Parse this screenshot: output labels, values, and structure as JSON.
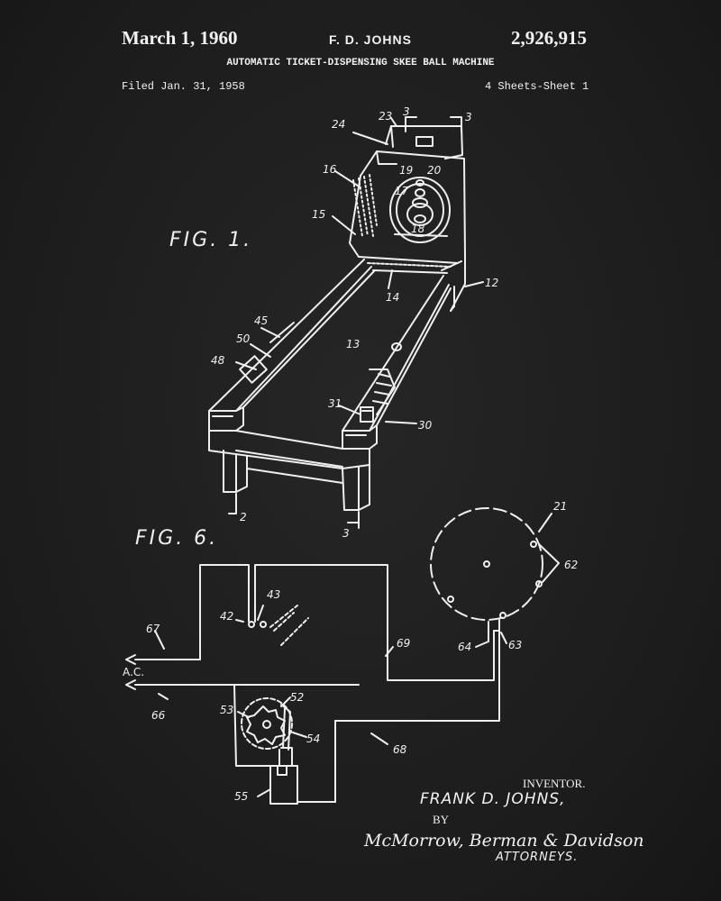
{
  "header": {
    "date": "March 1, 1960",
    "inventor": "F. D. JOHNS",
    "patent_number": "2,926,915",
    "title": "AUTOMATIC TICKET-DISPENSING SKEE BALL MACHINE",
    "filed": "Filed Jan. 31, 1958",
    "sheets": "4 Sheets-Sheet 1"
  },
  "figures": {
    "fig1": "FIG. 1.",
    "fig6": "FIG. 6."
  },
  "reference_numerals": {
    "n24": "24",
    "n23": "23",
    "n3a": "3",
    "n3b": "3",
    "n16": "16",
    "n19": "19",
    "n20": "20",
    "n17": "17",
    "n18": "18",
    "n15": "15",
    "n14": "14",
    "n12": "12",
    "n45": "45",
    "n50": "50",
    "n13": "13",
    "n48": "48",
    "n31": "31",
    "n30": "30",
    "n2": "2",
    "n3c": "3",
    "n21": "21",
    "n62": "62",
    "n43": "43",
    "n42": "42",
    "n67": "67",
    "n69": "69",
    "n64": "64",
    "n63": "63",
    "ac": "A.C.",
    "n66": "66",
    "n53": "53",
    "n52": "52",
    "n54": "54",
    "n68": "68",
    "n55": "55"
  },
  "signature": {
    "inventor_label": "INVENTOR.",
    "inventor_name": "FRANK D. JOHNS,",
    "by": "BY",
    "attorneys_signature": "McMorrow, Berman & Davidson",
    "attorneys_label": "ATTORNEYS."
  },
  "colors": {
    "background": "#1e1e1e",
    "ink": "#f2f2f2"
  }
}
